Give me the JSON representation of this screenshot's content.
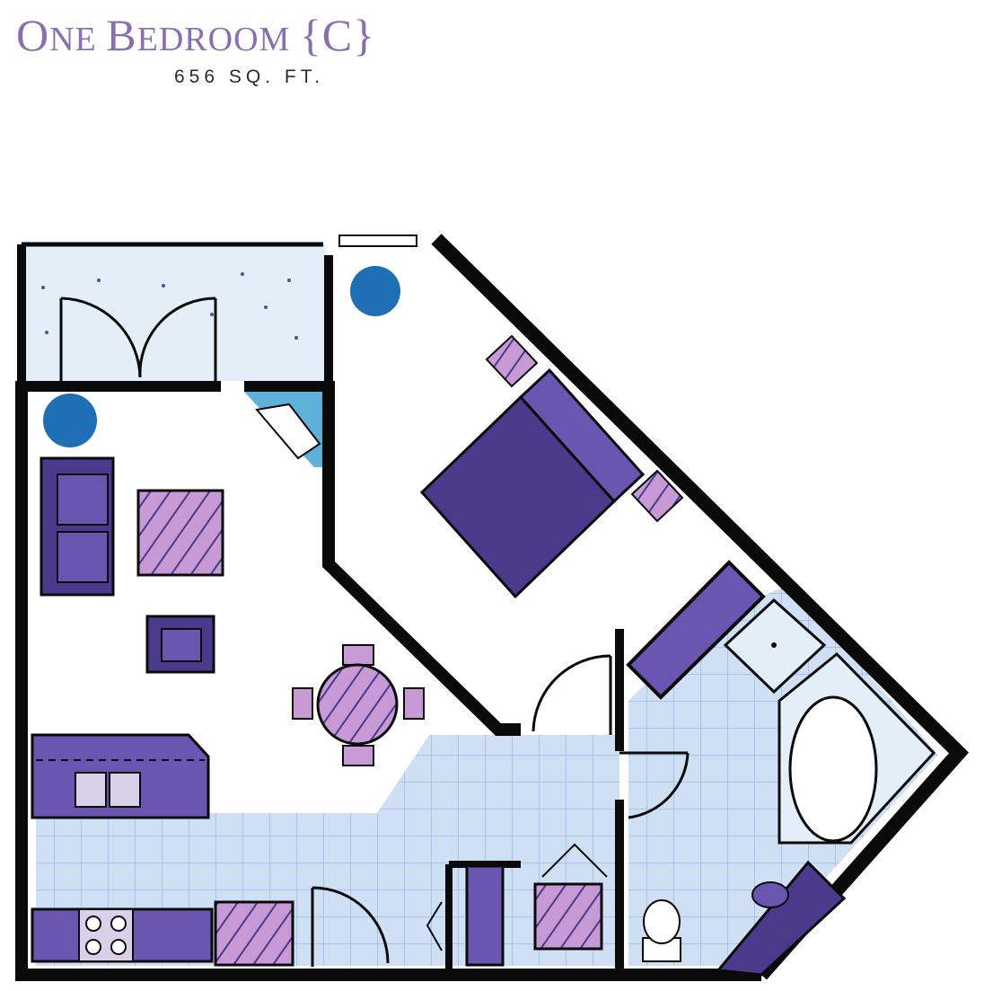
{
  "title": {
    "parts": [
      {
        "text": "O",
        "size": "big"
      },
      {
        "text": "NE ",
        "size": "small"
      },
      {
        "text": "B",
        "size": "big"
      },
      {
        "text": "EDROOM ",
        "size": "small"
      },
      {
        "text": "{C}",
        "size": "big"
      }
    ]
  },
  "subtitle": "656 SQ. FT.",
  "colors": {
    "wall": "#0a0a0a",
    "purple_dark": "#4a3a8c",
    "purple_mid": "#6a55b0",
    "purple_light": "#c79ad6",
    "blue_tile": "#cfe0f5",
    "tile_line": "#9fb8e6",
    "plant": "#1f6fb5",
    "title": "#8a6fb0"
  }
}
